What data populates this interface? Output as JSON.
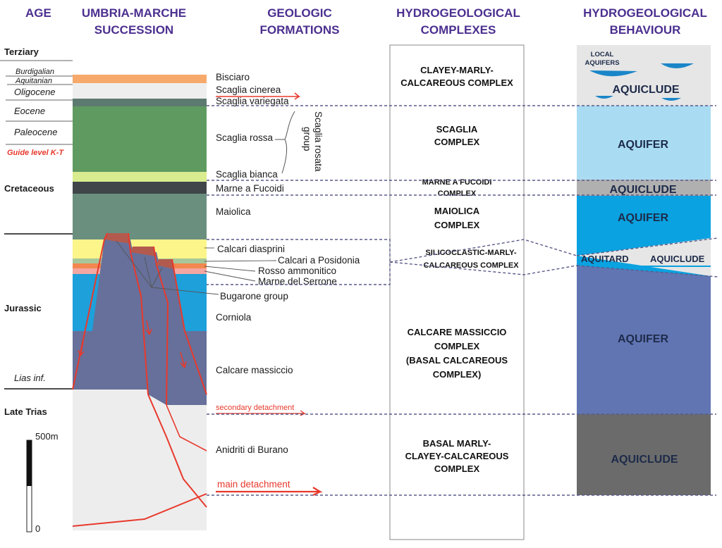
{
  "headers": {
    "age": "AGE",
    "succession": [
      "UMBRIA-MARCHE",
      "SUCCESSION"
    ],
    "formations": [
      "GEOLOGIC",
      "FORMATIONS"
    ],
    "complexes": [
      "HYDROGEOLOGICAL",
      "COMPLEXES"
    ],
    "behaviour": [
      "HYDROGEOLOGICAL",
      "BEHAVIOUR"
    ]
  },
  "ages": {
    "tertiary": "Terziary",
    "burdigalian": "Burdigalian",
    "aquitanian": "Aquitanian",
    "oligocene": "Oligocene",
    "eocene": "Eocene",
    "paleocene": "Paleocene",
    "guide_level": "Guide level K-T",
    "cretaceous": "Cretaceous",
    "jurassic": "Jurassic",
    "lias": "Lias inf.",
    "late_trias": "Late Trias"
  },
  "scale_bar": {
    "top": "500m",
    "bottom": "0"
  },
  "formations": {
    "bisciaro": "Bisciaro",
    "scaglia_cinerea": "Scaglia cinerea",
    "scaglia_variegata": "Scaglia variegata",
    "scaglia_rossa": "Scaglia rossa",
    "scaglia_bianca": "Scaglia bianca",
    "scaglia_rosata_group": [
      "Scaglia rosata",
      "group"
    ],
    "marne_fucoidi": "Marne a Fucoidi",
    "maiolica": "Maiolica",
    "calcari_diasprini": "Calcari diasprini",
    "calcari_posidonia": "Calcari a Posidonia",
    "rosso_ammonitico": "Rosso ammonitico",
    "marne_serrone": "Marne del Serrone",
    "bugarone_group": "Bugarone group",
    "corniola": "Corniola",
    "calcare_massiccio": "Calcare massiccio",
    "secondary_detachment": "secondary detachment",
    "anidriti_burano": "Anidriti di Burano",
    "main_detachment": "main detachment"
  },
  "complexes": {
    "clayey_marly": [
      "CLAYEY-MARLY-",
      "CALCAREOUS COMPLEX"
    ],
    "scaglia": [
      "SCAGLIA",
      "COMPLEX"
    ],
    "marne_fucoidi": [
      "MARNE A FUCOIDI",
      "COMPLEX"
    ],
    "maiolica": [
      "MAIOLICA",
      "COMPLEX"
    ],
    "silicoclastic": [
      "SILICOCLASTIC-MARLY-",
      "CALCAREOUS COMPLEX"
    ],
    "calcare_massiccio": [
      "CALCARE MASSICCIO",
      "COMPLEX",
      "(BASAL CALCAREOUS",
      "COMPLEX)"
    ],
    "basal_marly": [
      "BASAL MARLY-",
      "CLAYEY-CALCAREOUS",
      "COMPLEX"
    ]
  },
  "behaviour": {
    "local_aquifers": [
      "LOCAL",
      "AQUIFERS"
    ],
    "aquiclude_top": "AQUICLUDE",
    "aquifer_scaglia": "AQUIFER",
    "aquiclude_fucoidi": "AQUICLUDE",
    "aquifer_maiolica": "AQUIFER",
    "aquitard": "AQUITARD",
    "aquiclude_silico": "AQUICLUDE",
    "aquifer_massiccio": "AQUIFER",
    "aquiclude_basal": "AQUICLUDE"
  },
  "colors": {
    "header": "#4b2f8f",
    "red": "#e8392c",
    "scaglia_green": "#5f9a61",
    "maiolica_green": "#6a8f7e",
    "corniola_blue": "#1ea0da",
    "massiccio_slate": "#66709a",
    "trias_grey": "#ededed",
    "aquifer_light": "#a9dcf2",
    "aquifer_mid": "#0aa2e0",
    "aquifer_dark": "#6175b3",
    "aquiclude_grey": "#b0b0b0",
    "aquiclude_dark": "#6b6b6b"
  }
}
